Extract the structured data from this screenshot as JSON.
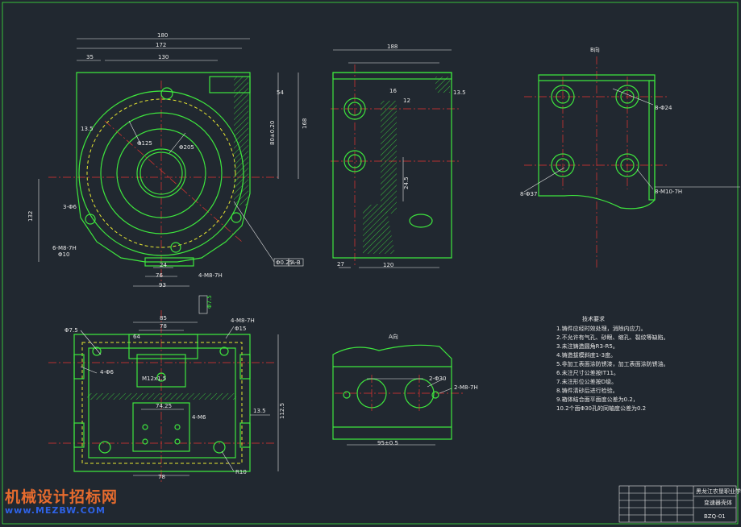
{
  "main_view": {
    "dims": [
      "180",
      "172",
      "130",
      "35",
      "13.5",
      "Φ125",
      "Φ205",
      "3-Φ6",
      "6-M8-7H",
      "Φ10",
      "132",
      "168",
      "54",
      "80±0.20",
      "Φ0.25",
      "4-M8-7H",
      "76",
      "93",
      "24"
    ],
    "tolerance": "A-B"
  },
  "side_view": {
    "dims": [
      "188",
      "16",
      "12",
      "13.5",
      "24.5",
      "27",
      "120"
    ]
  },
  "view_b": {
    "label": "B向",
    "dims": [
      "8-Φ24",
      "8-Φ37",
      "8-M10-7H"
    ]
  },
  "top_view": {
    "dims": [
      "85",
      "78",
      "64",
      "4-M8-7H",
      "Φ15",
      "4-Φ6",
      "M12x1.5",
      "74.25",
      "4-M6",
      "112.5",
      "13.5",
      "R10",
      "78",
      "Φ7.5"
    ]
  },
  "view_a": {
    "label": "A向",
    "dims": [
      "2-Φ30",
      "2-M8-7H",
      "95±0.5"
    ]
  },
  "notes": {
    "title": "技术要求",
    "items": [
      "1.铸件应经时效处理，消除内应力。",
      "2.不允许有气孔、砂眼、缩孔、裂纹等缺陷。",
      "3.未注铸造圆角R3-R5。",
      "4.铸造拔模斜度1-3度。",
      "5.非加工表面涂防锈漆，加工表面涂防锈油。",
      "6.未注尺寸公差按IT11。",
      "7.未注形位公差按D级。",
      "8.铸件清砂后进行检验。",
      "9.箱体结合面平面度公差为0.2，",
      "10.2个面Φ30孔的同轴度公差为0.2"
    ]
  },
  "title_block": {
    "school": "黑龙江农垦职业学院",
    "part": "变速器壳体",
    "code": "BZQ-01"
  },
  "watermark": {
    "line1": "机械设计招标网",
    "line2": "www.MEZBW.COM"
  }
}
